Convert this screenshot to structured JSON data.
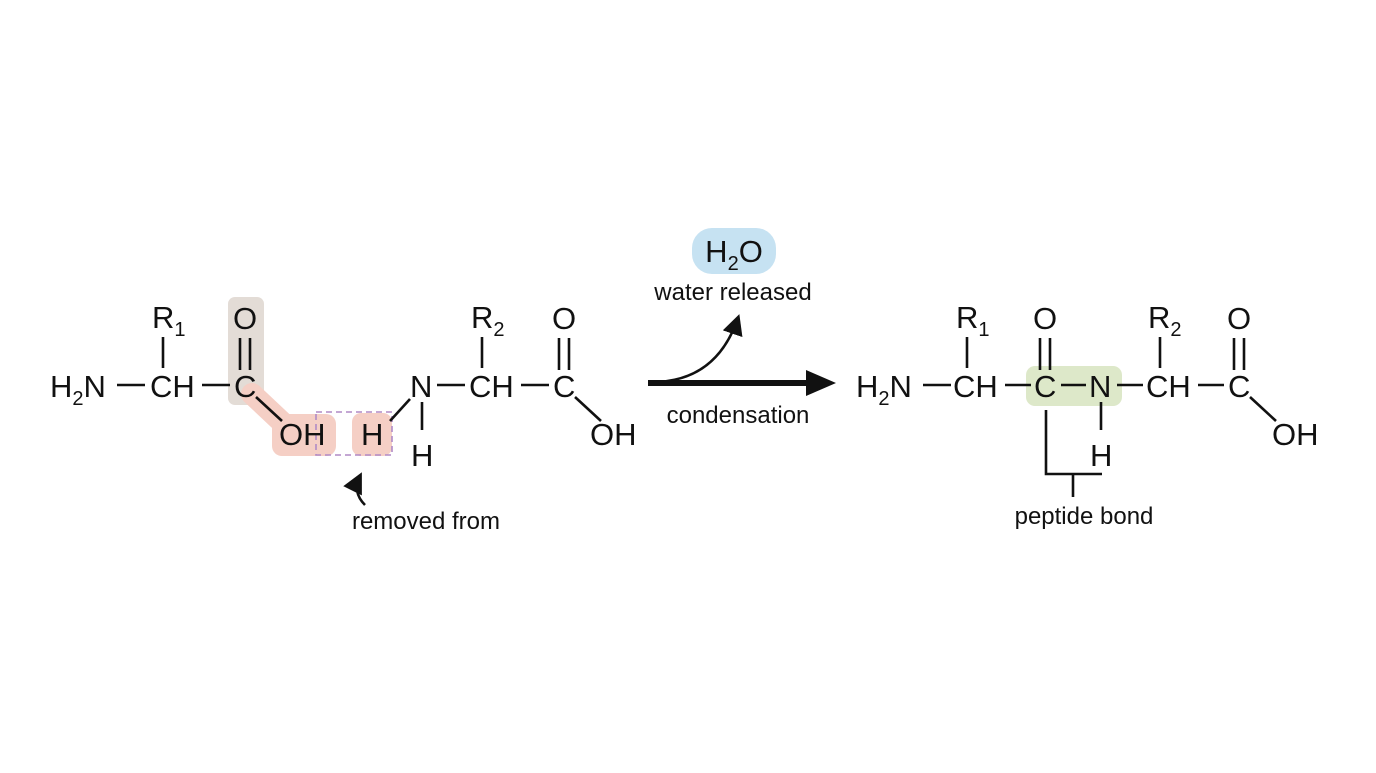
{
  "colors": {
    "carbonyl_highlight": "#e3dcd6",
    "removed_highlight": "#f5cfc5",
    "water_highlight": "#c6e2f2",
    "peptide_highlight": "#dde8c9",
    "dashed_box": "#b18ac6",
    "ink": "#111111"
  },
  "reactant1": {
    "amine": {
      "main": "H",
      "sub": "2",
      "tail": "N"
    },
    "alpha_carbon": "CH",
    "side_chain": {
      "main": "R",
      "sub": "1"
    },
    "carbonyl_c": "C",
    "carbonyl_o": "O",
    "hydroxyl": "OH"
  },
  "reactant2": {
    "amine_h": "H",
    "amine_n": "N",
    "amine_h_below": "H",
    "alpha_carbon": "CH",
    "side_chain": {
      "main": "R",
      "sub": "2"
    },
    "carbonyl_c": "C",
    "carbonyl_o": "O",
    "hydroxyl": "OH"
  },
  "reaction": {
    "byproduct": {
      "main": "H",
      "sub": "2",
      "tail": "O"
    },
    "byproduct_label": "water released",
    "arrow_label": "condensation",
    "removed_label": "removed from"
  },
  "product": {
    "amine": {
      "main": "H",
      "sub": "2",
      "tail": "N"
    },
    "alpha1": "CH",
    "side_chain1": {
      "main": "R",
      "sub": "1"
    },
    "amide_c": "C",
    "amide_o": "O",
    "amide_n": "N",
    "amide_h": "H",
    "alpha2": "CH",
    "side_chain2": {
      "main": "R",
      "sub": "2"
    },
    "carboxyl_c": "C",
    "carboxyl_o": "O",
    "hydroxyl": "OH",
    "peptide_bond_label": "peptide bond"
  }
}
